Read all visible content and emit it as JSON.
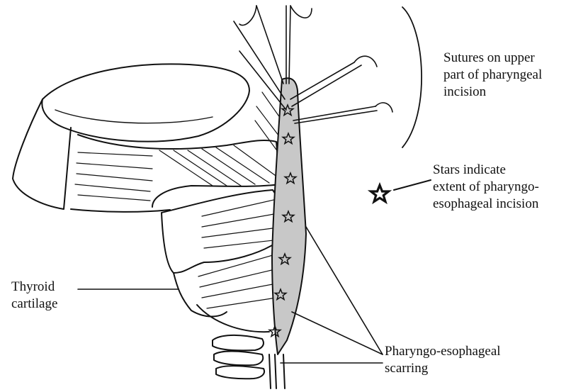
{
  "labels": {
    "sutures": {
      "line1": "Sutures on upper",
      "line2": "part of pharyngeal",
      "line3": "incision"
    },
    "stars": {
      "line1": "Stars indicate",
      "line2": "extent of pharyngo-",
      "line3": "esophageal incision"
    },
    "thyroid": {
      "line1": "Thyroid",
      "line2": "cartilage"
    },
    "scarring": {
      "line1": "Pharyngo-esophageal",
      "line2": "scarring"
    }
  },
  "colors": {
    "ink": "#111111",
    "incision_fill": "#c8c8c8",
    "background": "#ffffff"
  }
}
